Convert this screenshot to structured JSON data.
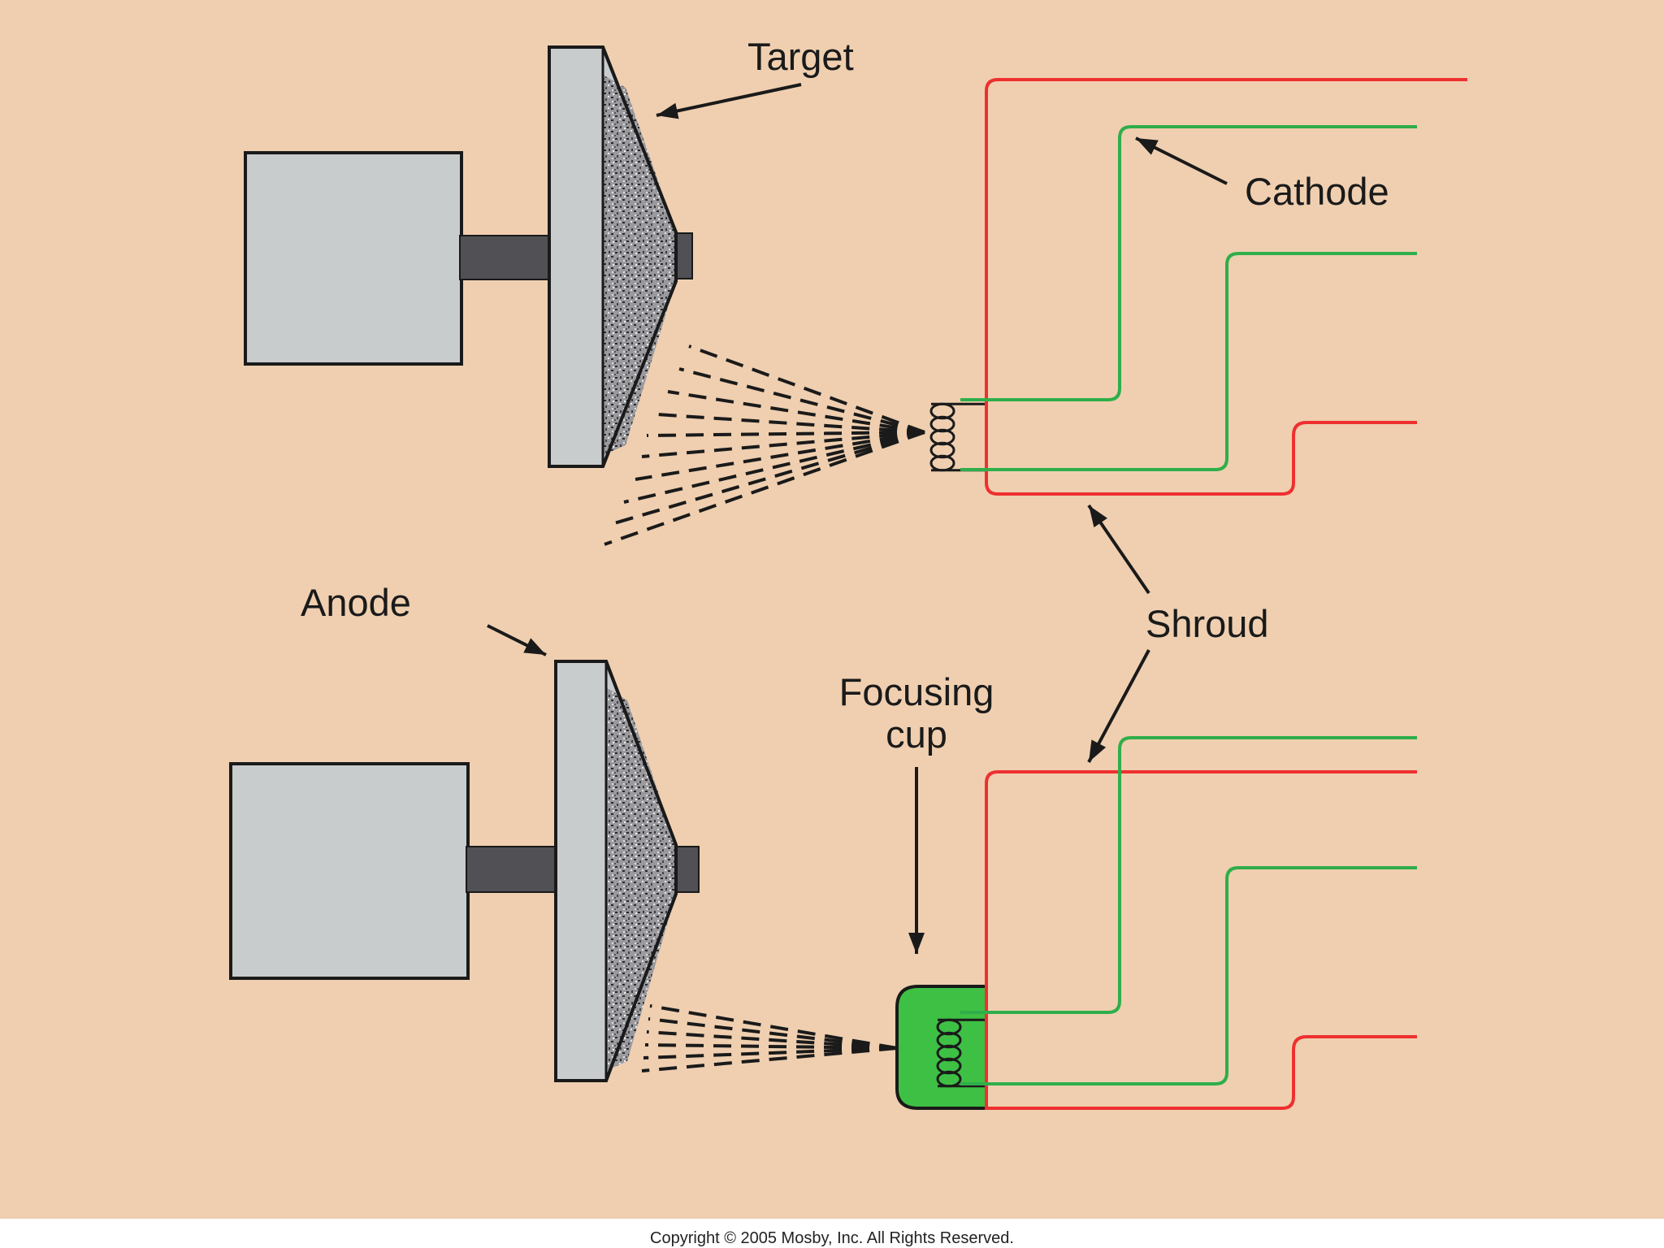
{
  "colors": {
    "background": "#efcfb0",
    "footer_background": "#ffffff",
    "block_fill": "#c9cccc",
    "stem_fill": "#505055",
    "outline": "#1a1a1a",
    "shroud_line": "#ee3030",
    "cathode_line": "#2fae4a",
    "focusing_cup_fill": "#3ec044"
  },
  "labels": {
    "target": "Target",
    "cathode": "Cathode",
    "anode": "Anode",
    "shroud": "Shroud",
    "focusing_cup_line1": "Focusing",
    "focusing_cup_line2": "cup"
  },
  "footer": {
    "copyright": "Copyright © 2005 Mosby, Inc. All Rights Reserved."
  }
}
